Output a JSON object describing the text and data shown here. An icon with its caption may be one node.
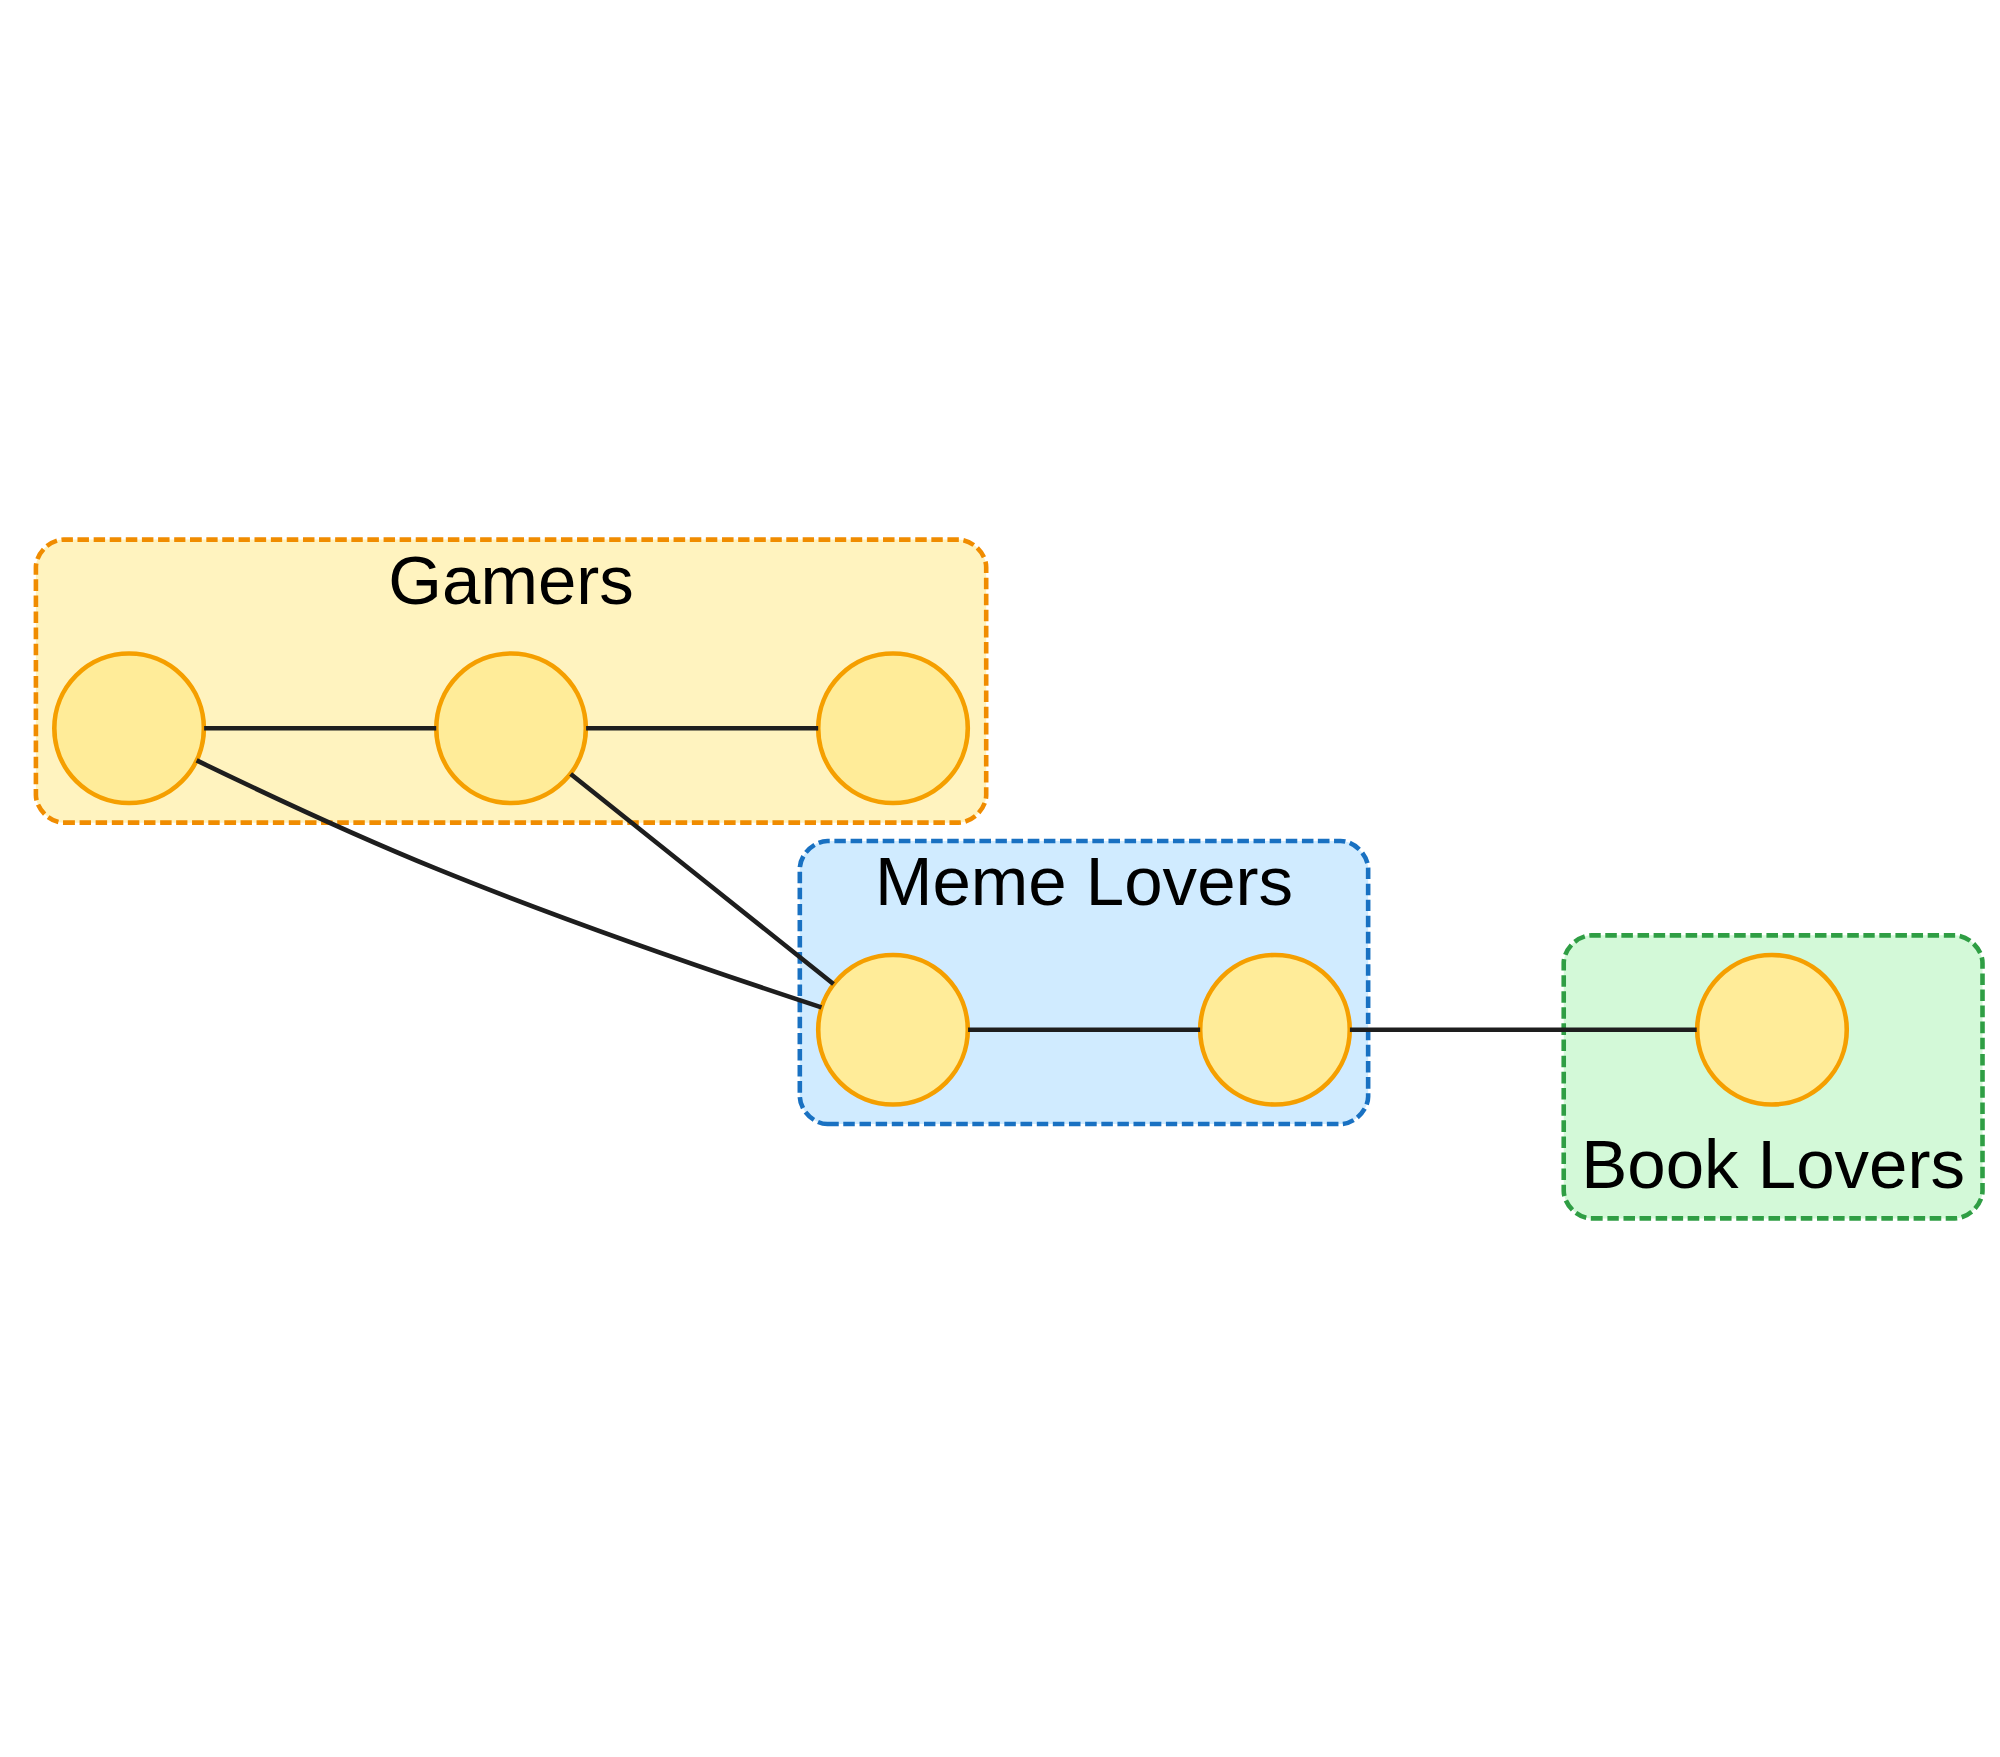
{
  "diagram": {
    "nodes": [
      {
        "text": [
          "Gamers"
        ]
      },
      {
        "text": [],
        "shape": "circle",
        "in": 0
      },
      {
        "text": [],
        "shape": "circle",
        "in": 0
      },
      {
        "text": [],
        "shape": "circle",
        "in": 0
      },
      {
        "text": [
          "Meme Lovers"
        ]
      },
      {
        "text": [],
        "shape": "circle",
        "in": 4
      },
      {
        "text": [],
        "shape": "circle",
        "in": 4
      },
      {
        "text": [
          "Book Lovers"
        ]
      },
      {
        "text": [],
        "shape": "circle",
        "in": 7
      }
    ],
    "edges": [
      {
        "from": 1,
        "to": 5,
        "arrow": "none"
      },
      {
        "from": 1,
        "to": 2,
        "arrow": "none"
      },
      {
        "from": 2,
        "to": 5,
        "arrow": "none"
      },
      {
        "from": 2,
        "to": 3,
        "arrow": "none"
      },
      {
        "from": 5,
        "to": 6,
        "arrow": "none"
      },
      {
        "from": 6,
        "to": 8,
        "arrow": "none"
      }
    ]
  }
}
